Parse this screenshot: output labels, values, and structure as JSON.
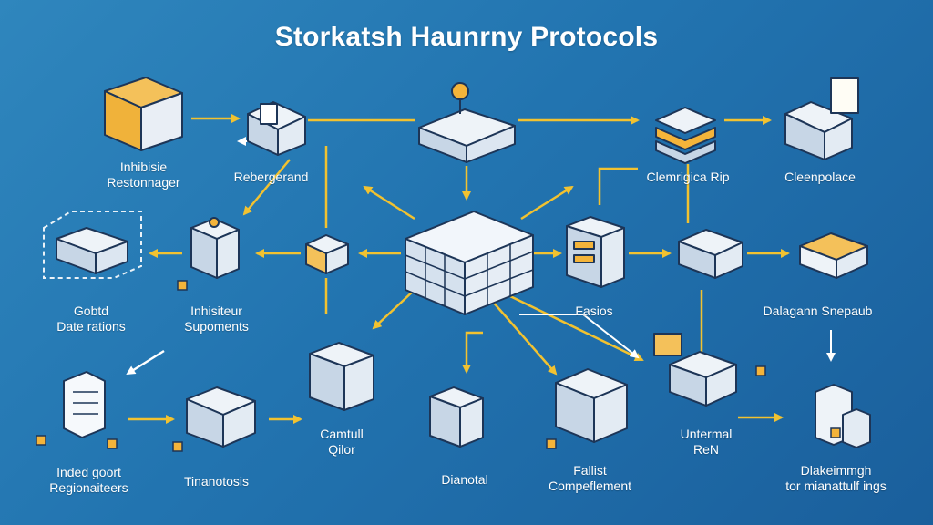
{
  "title": "Storkatsh Haunrny Protocols",
  "nodes": {
    "n1": [
      "Inhibisie",
      "Restonnager"
    ],
    "n2": [
      "Rebergerand"
    ],
    "n3": [
      "Clemrigica Rip"
    ],
    "n4": [
      "Cleenpolace"
    ],
    "n5": [
      "Gobtd",
      "Date rations"
    ],
    "n6": [
      "Inhisiteur",
      "Supoments"
    ],
    "n7": [
      "Fasios"
    ],
    "n8": [
      "Dalagann Snepaub"
    ],
    "n9": [
      "Camtull",
      "Qilor"
    ],
    "n10": [
      "Untermal",
      "ReN"
    ],
    "n11": [
      "Inded goort",
      "Regionaiteers"
    ],
    "n12": [
      "Tinanotosis"
    ],
    "n13": [
      "Dianotal"
    ],
    "n14": [
      "Fallist",
      "Compeflement"
    ],
    "n15": [
      "Dlakeimmgh",
      "tor mianattulf ings"
    ]
  },
  "colors": {
    "background": "#2274b0",
    "arrow": "#f2c230",
    "accent": "#f4b43a",
    "box_face": "#eef3f8",
    "box_side": "#c7d6e6",
    "outline": "#1d3557"
  },
  "icons": {
    "n1": "package-icon",
    "n2": "processor-icon",
    "n3": "stacked-chip-icon",
    "n4": "server-icon",
    "center": "storage-cube-icon"
  }
}
